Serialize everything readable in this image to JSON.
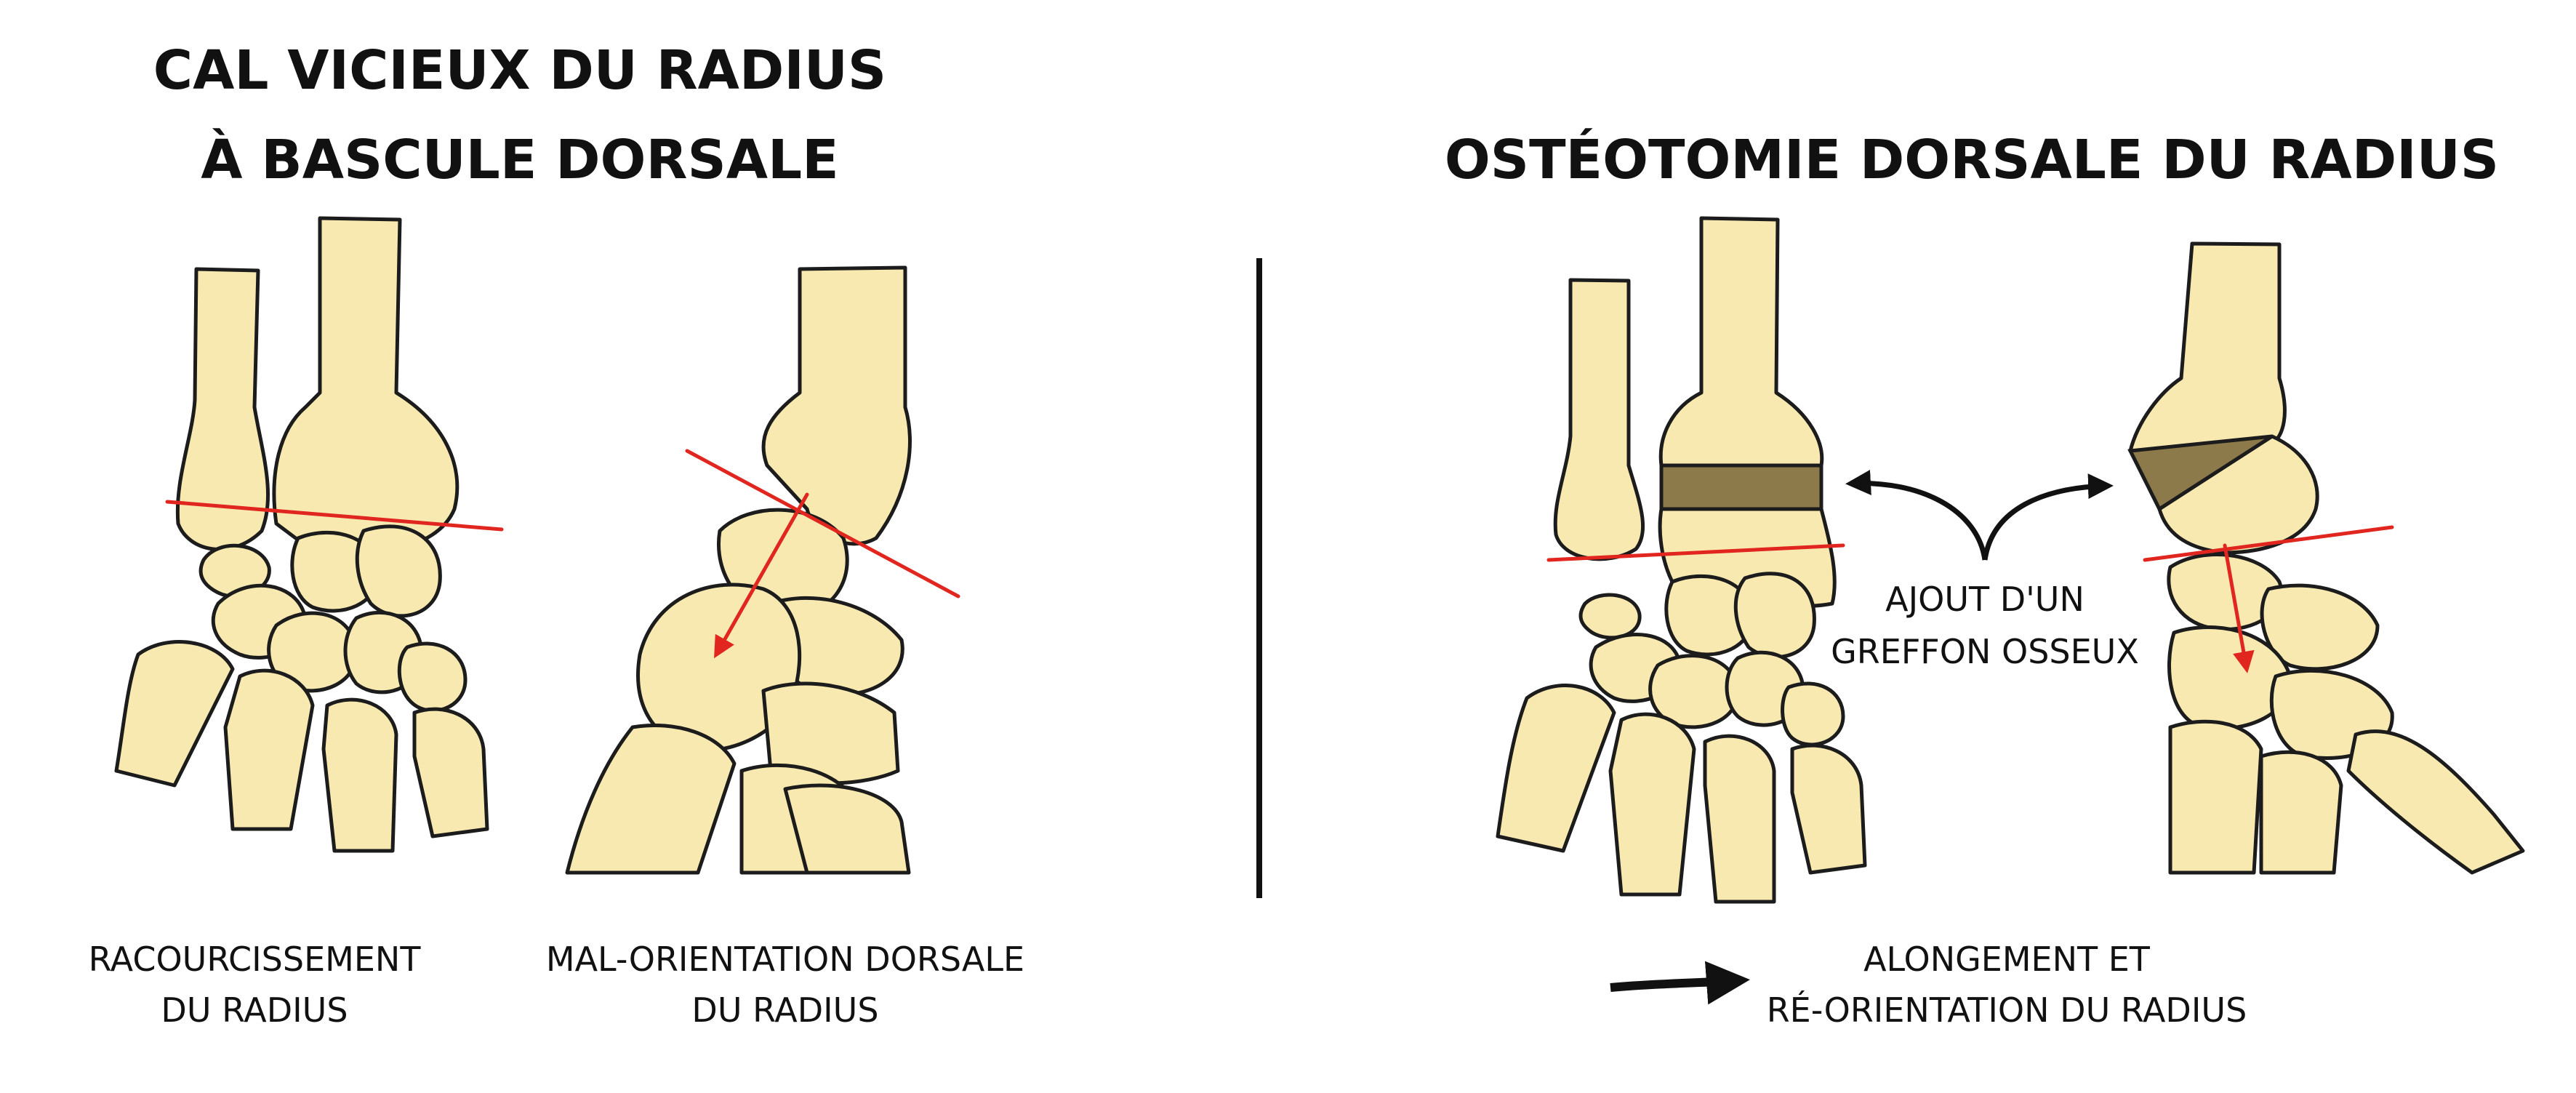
{
  "left_panel": {
    "title_line1": "CAL VICIEUX DU RADIUS",
    "title_line2": "À BASCULE DORSALE",
    "caption_front_line1": "RACOURCISSEMENT",
    "caption_front_line2": "DU RADIUS",
    "caption_side_line1": "MAL-ORIENTATION DORSALE",
    "caption_side_line2": "DU RADIUS"
  },
  "right_panel": {
    "title": "OSTÉOTOMIE DORSALE DU RADIUS",
    "graft_label_line1": "AJOUT D'UN",
    "graft_label_line2": "GREFFON OSSEUX",
    "result_line1": "ALONGEMENT ET",
    "result_line2": "RÉ-ORIENTATION DU RADIUS"
  },
  "colors": {
    "bone_fill": "#f8e9b0",
    "outline": "#1c1c1c",
    "graft_fill": "#8c7a4a",
    "axis_red": "#e0261f"
  }
}
